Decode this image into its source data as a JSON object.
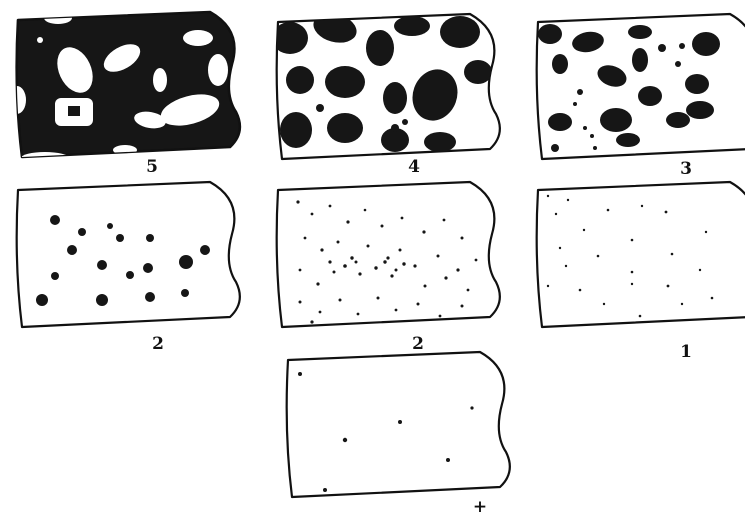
{
  "figure": {
    "panels": [
      {
        "id": "p5",
        "label": "5",
        "level": 5,
        "pattern": "dark-with-light-holes"
      },
      {
        "id": "p4",
        "label": "4",
        "level": 4,
        "pattern": "large-confluent-spots"
      },
      {
        "id": "p3",
        "label": "3",
        "level": 3,
        "pattern": "medium-spots"
      },
      {
        "id": "p2a",
        "label": "2",
        "level": 2,
        "pattern": "round-dots"
      },
      {
        "id": "p2b",
        "label": "2",
        "level": 2,
        "pattern": "fine-speckles"
      },
      {
        "id": "p1",
        "label": "1",
        "level": 1,
        "pattern": "sparse-fine-dots"
      },
      {
        "id": "pplus",
        "label": "+",
        "level": 0,
        "pattern": "very-sparse-dots"
      }
    ],
    "colors": {
      "ink": "#111111",
      "paper": "#ffffff"
    }
  }
}
